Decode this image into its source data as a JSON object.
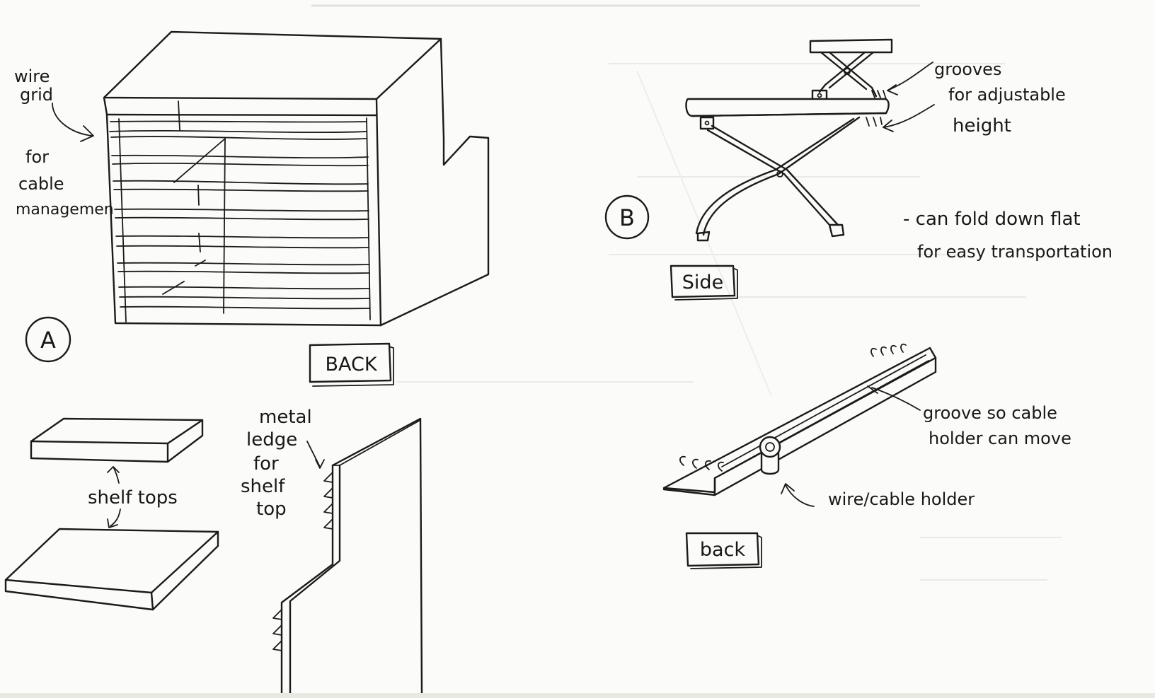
{
  "sketch_a": {
    "badge": "A",
    "view_label": "BACK",
    "wire_grid_label": [
      "wire",
      "grid"
    ],
    "cable_label": [
      "for",
      "cable",
      "managemen"
    ],
    "shelf_tops_label": "shelf tops",
    "metal_ledge_label": [
      "metal",
      "ledge",
      "for",
      "shelf",
      "top"
    ]
  },
  "sketch_b": {
    "badge": "B",
    "side_label": "Side",
    "grooves_label": [
      "grooves",
      "for adjustable",
      "height"
    ],
    "fold_note": [
      "- can fold down flat",
      "for easy transportation"
    ],
    "back_label": "back",
    "groove_holder_label": [
      "groove so cable",
      "holder can move"
    ],
    "cable_holder_label": "wire/cable holder"
  }
}
